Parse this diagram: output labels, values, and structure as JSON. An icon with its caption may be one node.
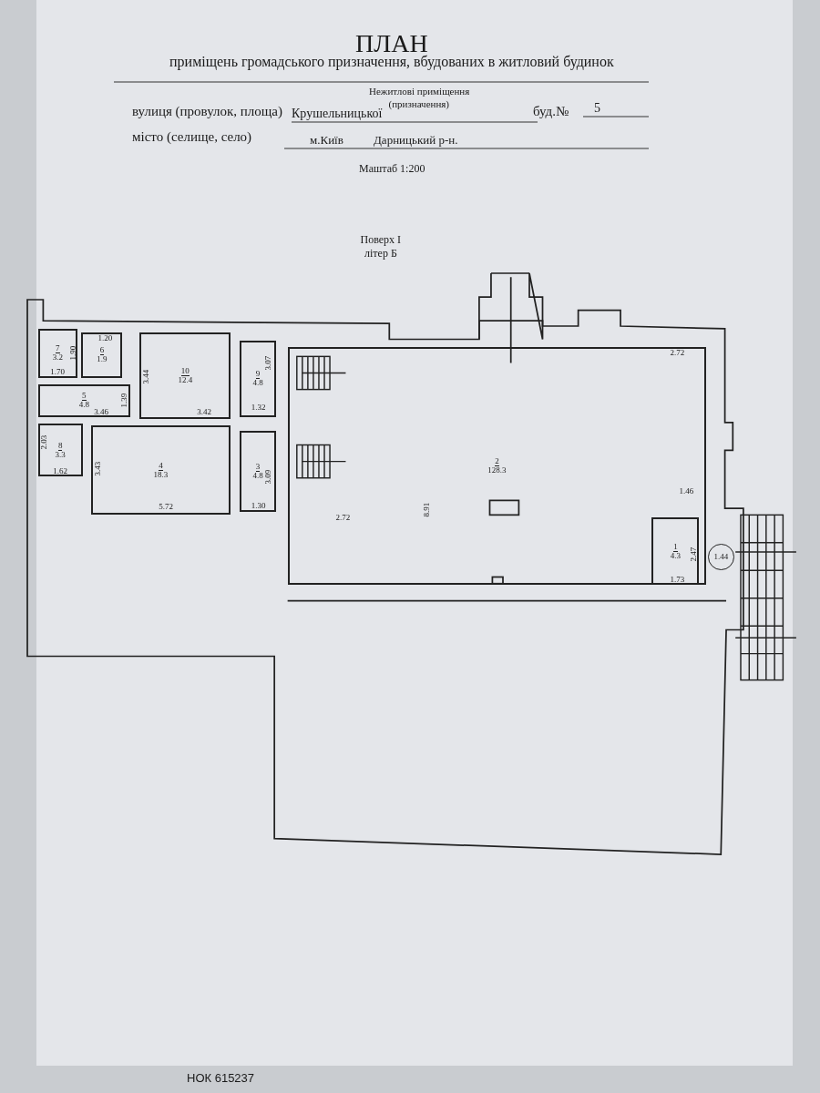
{
  "diagram": {
    "title": "ПЛАН",
    "nodes": [
      {
        "text": [
          "7",
          "3.2"
        ]
      },
      {
        "text": [
          "6",
          "1.9"
        ]
      },
      {
        "text": [
          "10",
          "12.4"
        ]
      },
      {
        "text": [
          "9",
          "4.8"
        ]
      },
      {
        "text": [
          "2",
          "128.3"
        ]
      },
      {
        "text": [
          "5",
          "4.8"
        ]
      },
      {
        "text": [
          "8",
          "3.3"
        ]
      },
      {
        "text": [
          "4",
          "18.3"
        ]
      },
      {
        "text": [
          "3",
          "4.8"
        ]
      },
      {
        "text": [
          "1",
          "4.3"
        ],
        "in": 4
      },
      {
        "text": [
          "1.44"
        ]
      }
    ],
    "edges": [],
    "labels": [
      "приміщень громадського призначення, вбудованих в житловий будинок",
      "Нежитлові приміщення",
      "(призначення)",
      "вулиця (провулок, площа)",
      "Крушельницької",
      "буд.№",
      "5",
      "місто (селище, село)",
      "м.Київ",
      "Дарницький р-н.",
      "Маштаб 1:200",
      "Поверх I",
      "літер Б",
      "1.20",
      "1.90",
      "1.70",
      "3.46",
      "1.39",
      "3.44",
      "3.42",
      "3.07",
      "1.32",
      "2.03",
      "1.62",
      "3.43",
      "5.72",
      "3.09",
      "1.30",
      "2.72",
      "8.91",
      "2.72",
      "1.46",
      "2.47",
      "1.73",
      "НОК 615237"
    ]
  }
}
